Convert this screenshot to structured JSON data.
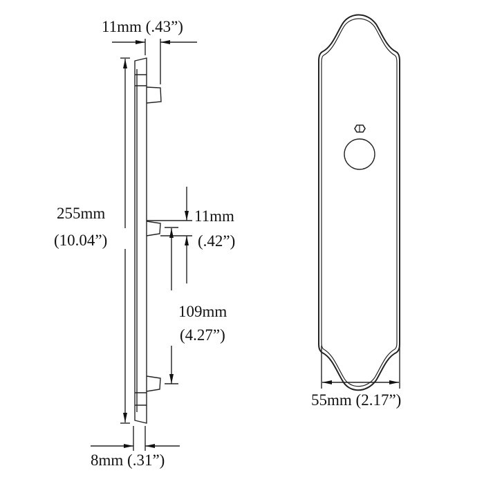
{
  "diagram": {
    "subject": "Door back plate technical drawing",
    "views": [
      "side-profile",
      "front-view"
    ]
  },
  "dimensions": {
    "top_offset": "11mm (.43”)",
    "height_mm": "255mm",
    "height_in": "(10.04”)",
    "gap_mm": "11mm",
    "gap_in": "(.42”)",
    "span_mm": "109mm",
    "span_in": "(4.27”)",
    "thickness": "8mm (.31”)",
    "width": "55mm (2.17”)"
  },
  "colors": {
    "line": "#222222",
    "background": "#ffffff"
  }
}
